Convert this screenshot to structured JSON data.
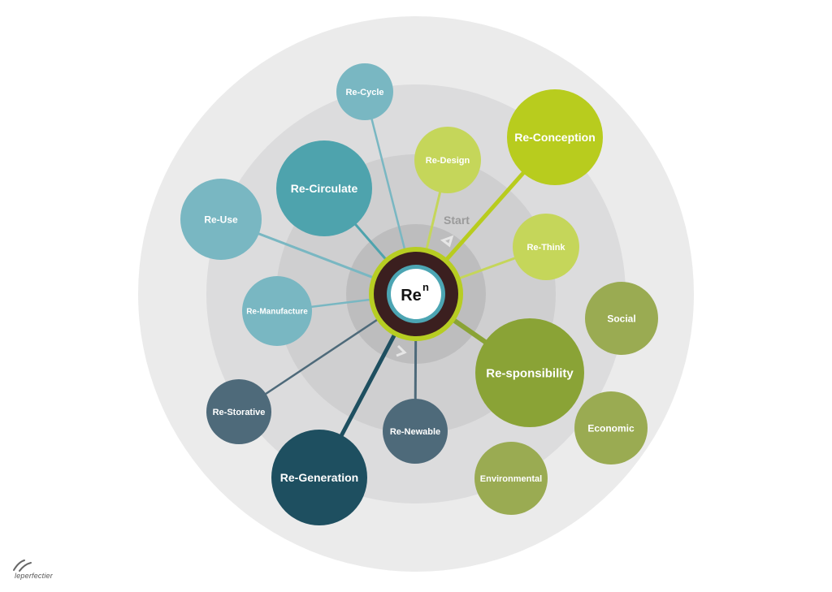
{
  "center": {
    "label": "Re",
    "superscript": "n"
  },
  "start_label": "Start",
  "logo_text": "leperfectier",
  "colors": {
    "ring_outer": "#ebebeb",
    "ring_2": "#dcdcdd",
    "ring_3": "#cfcfd0",
    "ring_4": "#bdbdbe",
    "ring_inner": "#a9a9ab",
    "teal_light": "#79b7c2",
    "teal": "#4ea3ad",
    "slate": "#4e6a7a",
    "navy": "#1e4f60",
    "lime_light": "#c5d65a",
    "lime": "#b8cc1e",
    "olive": "#8aa336",
    "olive_light": "#9aab52",
    "center_ring": "#3b1f1f",
    "center_lime": "#b7cd22",
    "center_teal": "#4ca5b3"
  },
  "nodes": [
    {
      "id": "re-cycle",
      "label": "Re-Cycle",
      "color_key": "teal_light"
    },
    {
      "id": "re-circulate",
      "label": "Re-Circulate",
      "color_key": "teal"
    },
    {
      "id": "re-use",
      "label": "Re-Use",
      "color_key": "teal_light"
    },
    {
      "id": "re-manufacture",
      "label": "Re-Manufacture",
      "color_key": "teal_light"
    },
    {
      "id": "re-storative",
      "label": "Re-Storative",
      "color_key": "slate"
    },
    {
      "id": "re-generation",
      "label": "Re-Generation",
      "color_key": "navy"
    },
    {
      "id": "re-newable",
      "label": "Re-Newable",
      "color_key": "slate"
    },
    {
      "id": "re-design",
      "label": "Re-Design",
      "color_key": "lime_light"
    },
    {
      "id": "re-conception",
      "label": "Re-Conception",
      "color_key": "lime"
    },
    {
      "id": "re-think",
      "label": "Re-Think",
      "color_key": "lime_light"
    },
    {
      "id": "re-sponsibility",
      "label": "Re-sponsibility",
      "color_key": "olive"
    },
    {
      "id": "social",
      "label": "Social",
      "color_key": "olive_light"
    },
    {
      "id": "economic",
      "label": "Economic",
      "color_key": "olive_light"
    },
    {
      "id": "environmental",
      "label": "Environmental",
      "color_key": "olive_light"
    }
  ]
}
